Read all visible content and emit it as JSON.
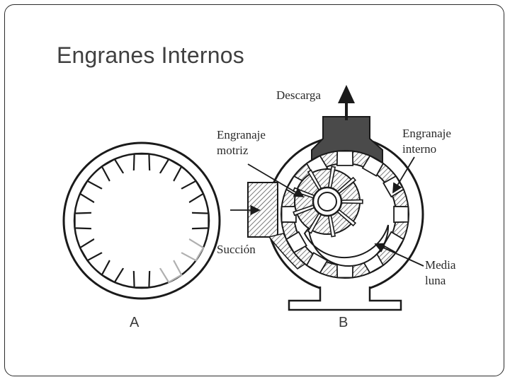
{
  "slide": {
    "title": "Engranes Internos"
  },
  "figure": {
    "panel_a": {
      "caption": "A"
    },
    "panel_b": {
      "caption": "B",
      "labels": {
        "descarga": "Descarga",
        "engranaje_motriz_1": "Engranaje",
        "engranaje_motriz_2": "motriz",
        "engranaje_interno_1": "Engranaje",
        "engranaje_interno_2": "interno",
        "succion": "Succión",
        "media_luna_1": "Media",
        "media_luna_2": "luna"
      }
    }
  }
}
